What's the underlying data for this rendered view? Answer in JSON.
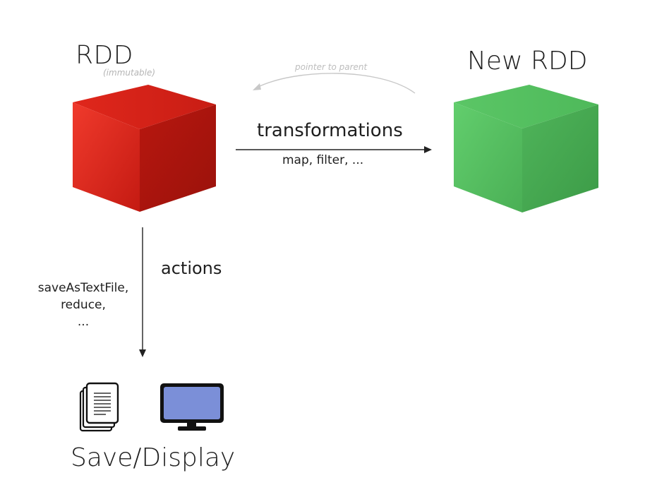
{
  "rdd": {
    "title": "RDD",
    "note": "(immutable)",
    "color": "#dd2a1e"
  },
  "new_rdd": {
    "title": "New RDD",
    "color": "#5cc466"
  },
  "pointer_to_parent": {
    "label": "pointer to parent"
  },
  "transformations": {
    "label": "transformations",
    "examples": "map, filter, ..."
  },
  "actions": {
    "label": "actions",
    "examples": [
      "saveAsTextFile,",
      "reduce,",
      "..."
    ]
  },
  "outputs": {
    "label": "Save/Display",
    "icons": [
      "document-stack-icon",
      "monitor-icon"
    ],
    "monitor_screen_color": "#7b8fd8"
  }
}
